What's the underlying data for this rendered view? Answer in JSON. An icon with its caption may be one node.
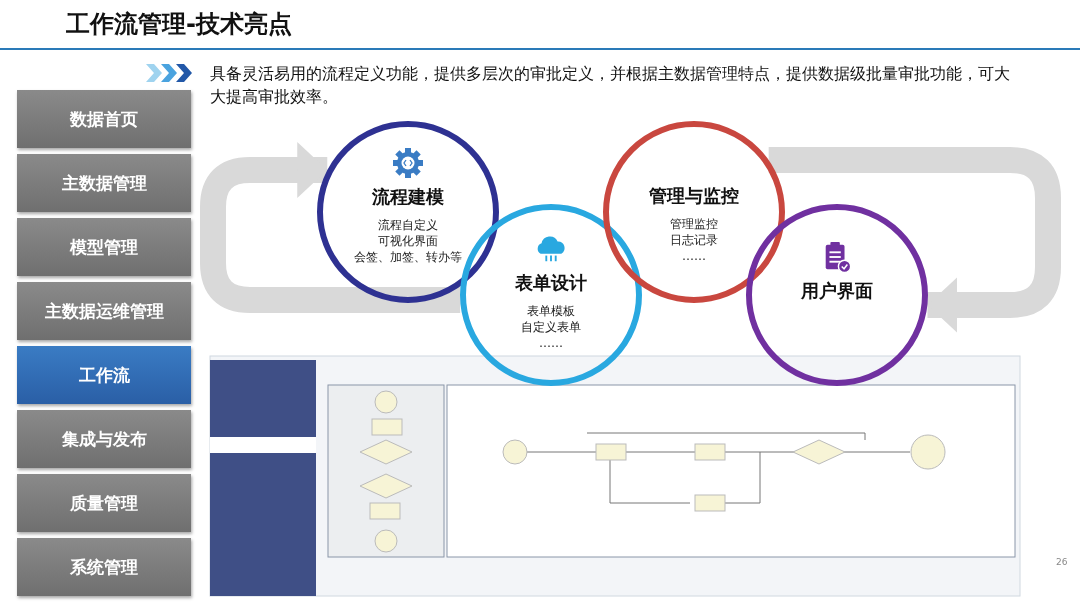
{
  "diagram": {
    "title": "工作流管理-技术亮点",
    "nodes": [
      {
        "text": [
          "数据首页"
        ]
      },
      {
        "text": [
          "主数据管理"
        ]
      },
      {
        "text": [
          "模型管理"
        ]
      },
      {
        "text": [
          "主数据运维管理"
        ]
      },
      {
        "text": [
          "工作流"
        ]
      },
      {
        "text": [
          "集成与发布"
        ]
      },
      {
        "text": [
          "质量管理"
        ]
      },
      {
        "text": [
          "系统管理"
        ]
      },
      {
        "text": [
          "流程建模",
          "流程自定义",
          "可视化界面",
          "会签、加签、转办等"
        ]
      },
      {
        "text": [
          "表单设计",
          "表单模板",
          "自定义表单",
          "……"
        ]
      },
      {
        "text": [
          "管理与监控",
          "管理监控",
          "日志记录",
          "……"
        ]
      },
      {
        "text": [
          "用户界面"
        ]
      }
    ],
    "edges": [
      {
        "from": 9,
        "to": 8,
        "arrow": "to"
      },
      {
        "from": 10,
        "to": 11,
        "arrow": "to"
      }
    ],
    "labels": [
      "具备灵活易用的流程定义功能，提供多层次的审批定义，并根据主数据管理特点，提供数据级批量审批功能，可大大提高审批效率。",
      "26"
    ]
  }
}
